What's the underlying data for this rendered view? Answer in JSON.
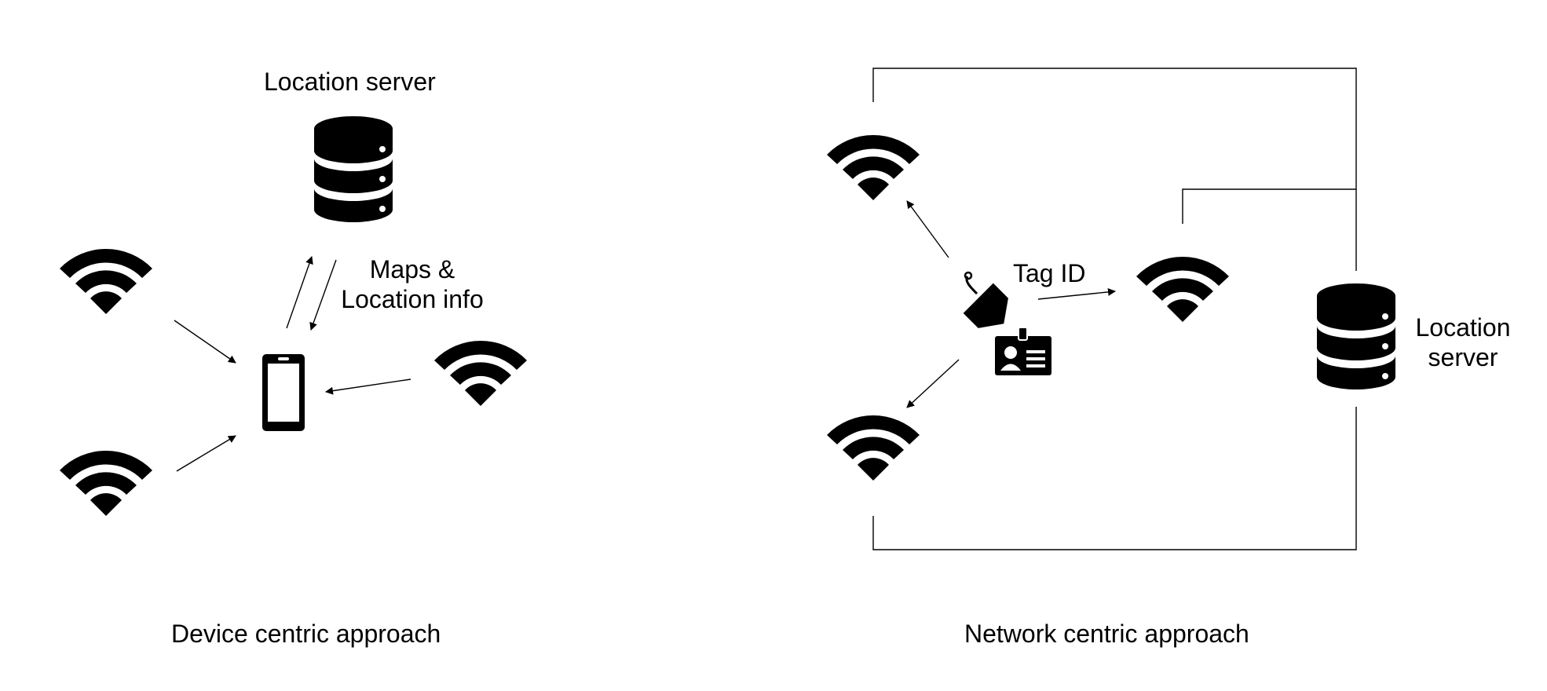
{
  "device_centric": {
    "server_label": "Location server",
    "maps_line1": "Maps &",
    "maps_line2": "Location info",
    "caption": "Device centric approach"
  },
  "network_centric": {
    "tag_label": "Tag ID",
    "server_line1": "Location",
    "server_line2": "server",
    "caption": "Network centric approach"
  },
  "icons": [
    "wifi-icon",
    "database-icon",
    "smartphone-icon",
    "tag-icon",
    "id-badge-icon"
  ],
  "colors": {
    "ink": "#000000",
    "background": "#ffffff"
  }
}
